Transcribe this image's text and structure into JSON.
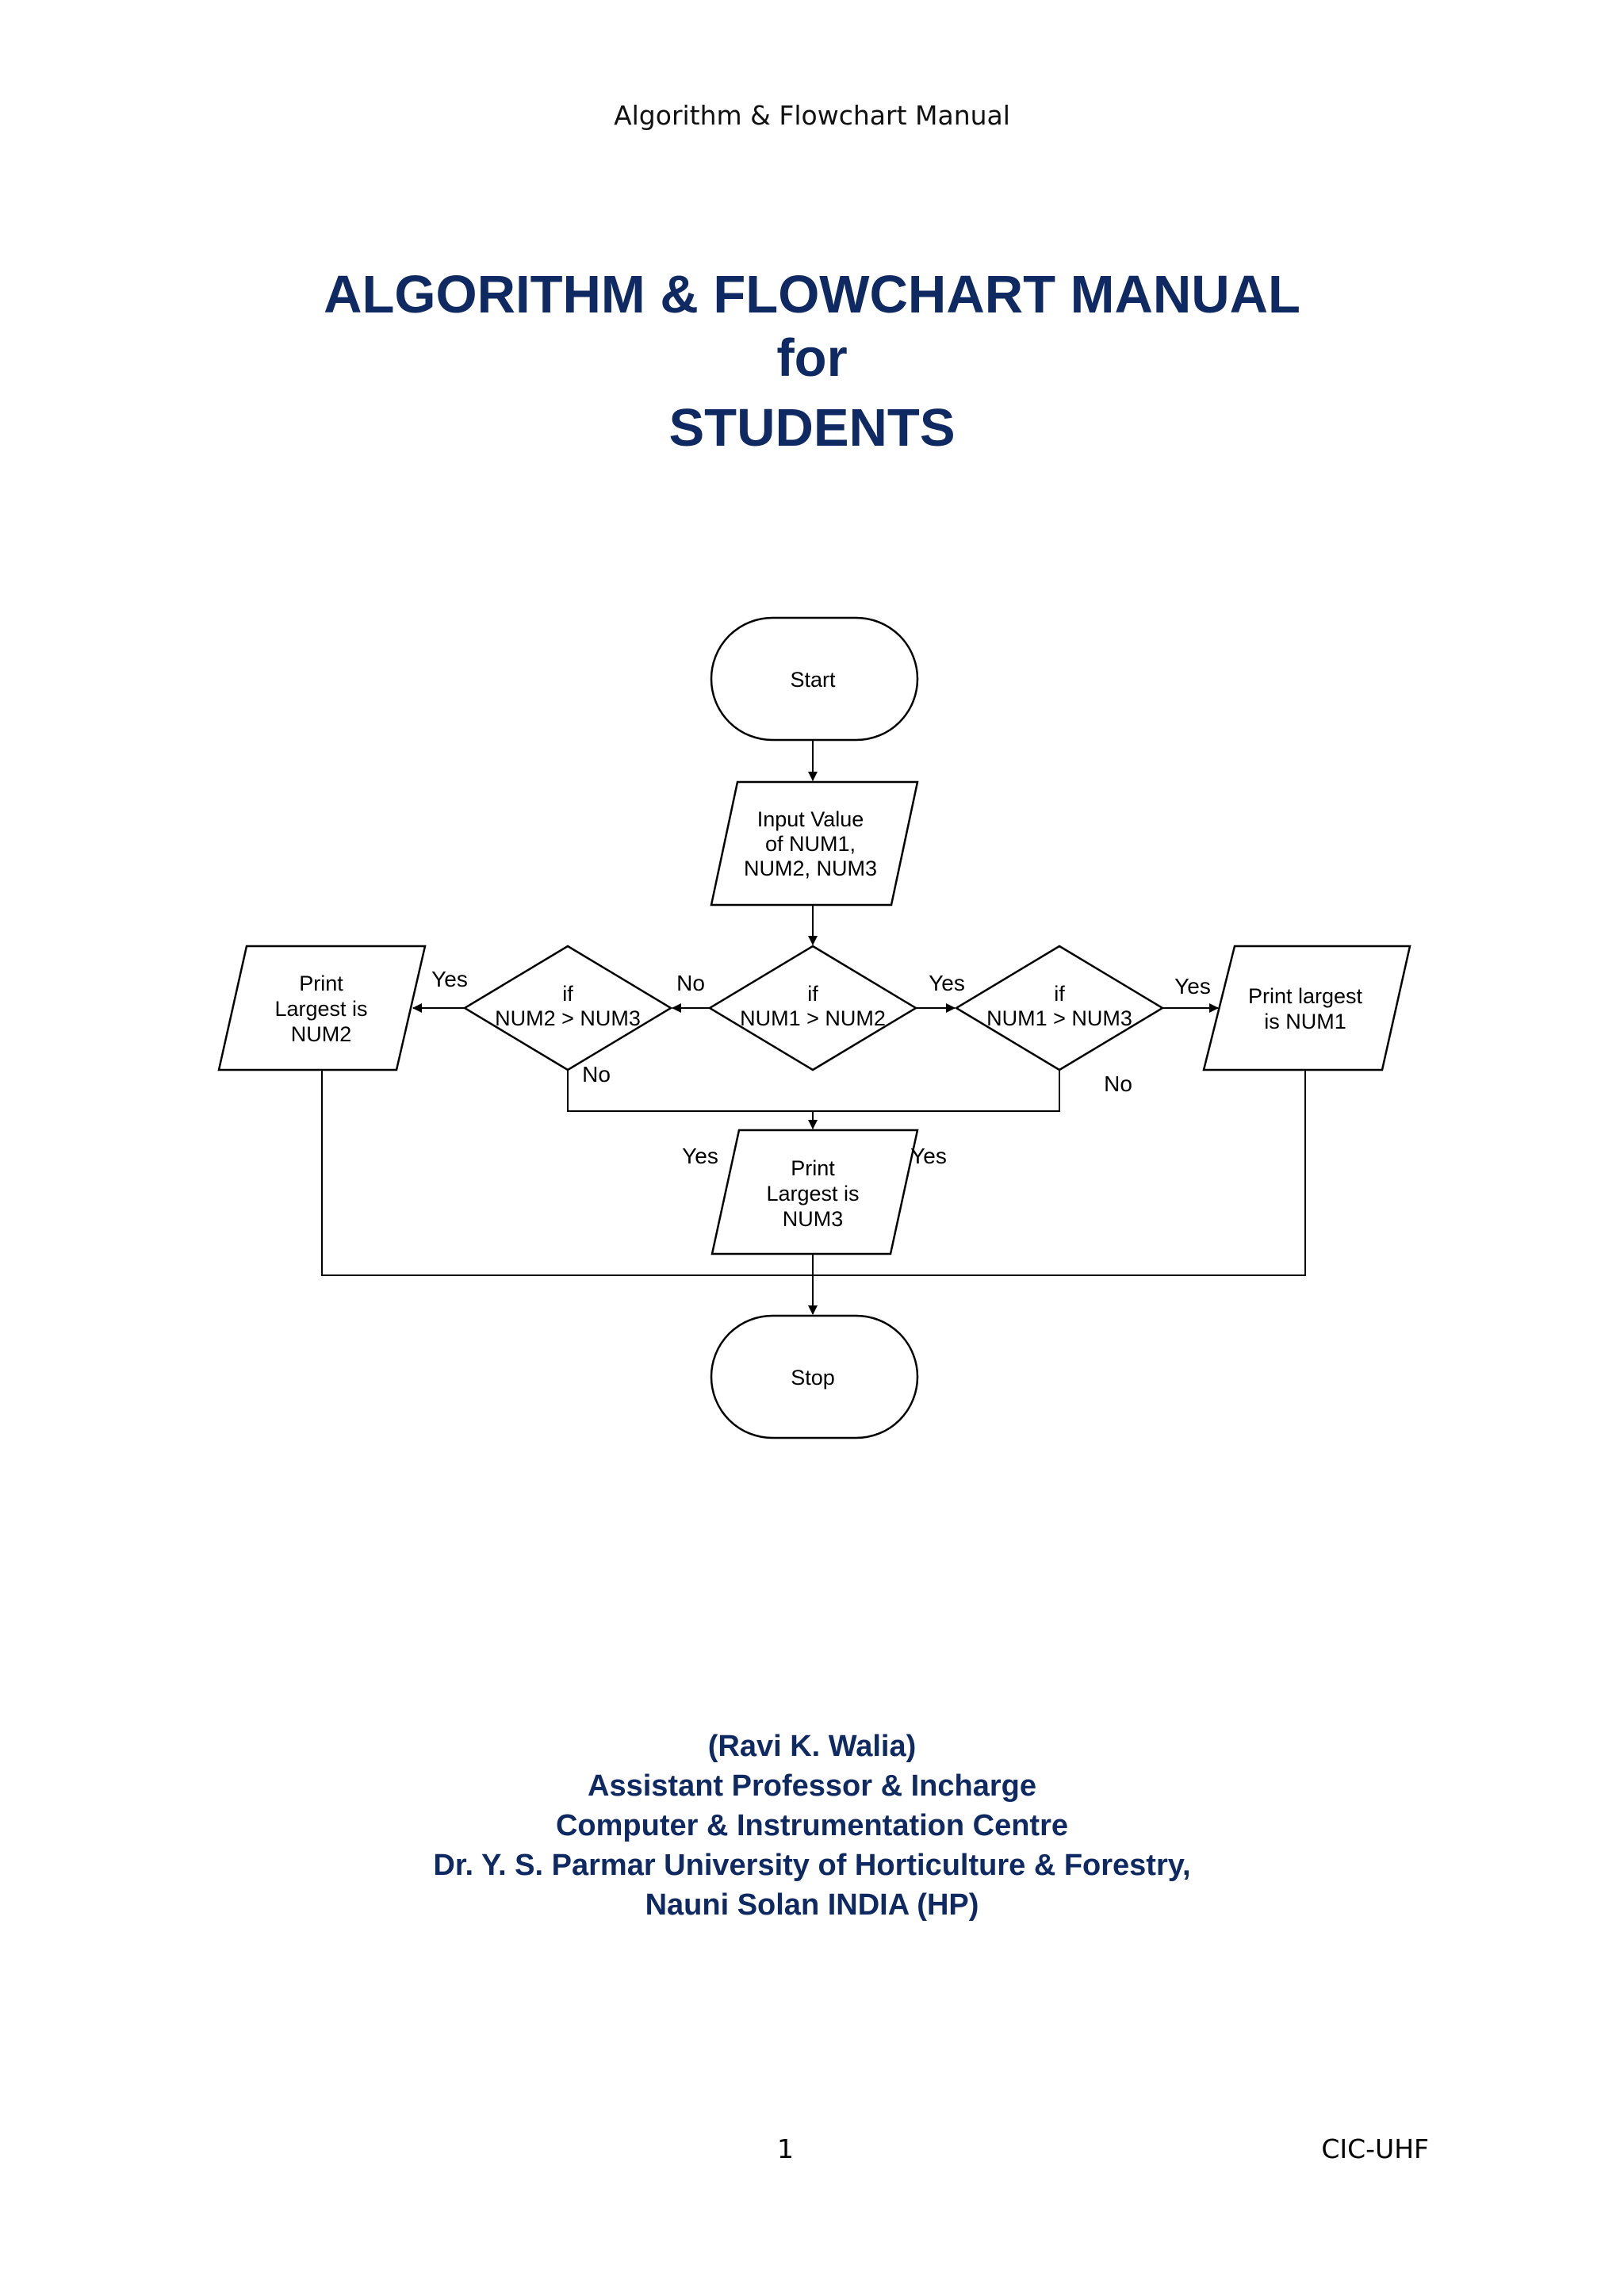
{
  "running_header": "Algorithm & Flowchart Manual",
  "title": {
    "line1": "ALGORITHM & FLOWCHART MANUAL",
    "line2": "for",
    "line3": "STUDENTS"
  },
  "flowchart": {
    "start": "Start",
    "input": [
      "Input Value",
      "of NUM1,",
      "NUM2, NUM3"
    ],
    "decision_center": [
      "if",
      "NUM1 > NUM2"
    ],
    "decision_left": [
      "if",
      "NUM2 > NUM3"
    ],
    "decision_right": [
      "if",
      "NUM1 > NUM3"
    ],
    "print_left": [
      "Print",
      "Largest is",
      "NUM2"
    ],
    "print_right": [
      "Print largest",
      "is NUM1"
    ],
    "print_bottom": [
      "Print",
      "Largest is",
      "NUM3"
    ],
    "stop": "Stop",
    "labels": {
      "yes_far_left": "Yes",
      "no_center_left": "No",
      "yes_center_right": "Yes",
      "yes_far_right": "Yes",
      "no_left_down": "No",
      "no_right_down": "No",
      "yes_bottom_left": "Yes",
      "yes_bottom_right": "Yes"
    }
  },
  "author": {
    "name": "(Ravi K. Walia)",
    "position": "Assistant Professor & Incharge",
    "department": "Computer & Instrumentation Centre",
    "university": "Dr. Y. S. Parmar University of Horticulture & Forestry,",
    "location": "Nauni Solan INDIA (HP)"
  },
  "footer": {
    "page_number": "1",
    "right": "CIC-UHF"
  }
}
